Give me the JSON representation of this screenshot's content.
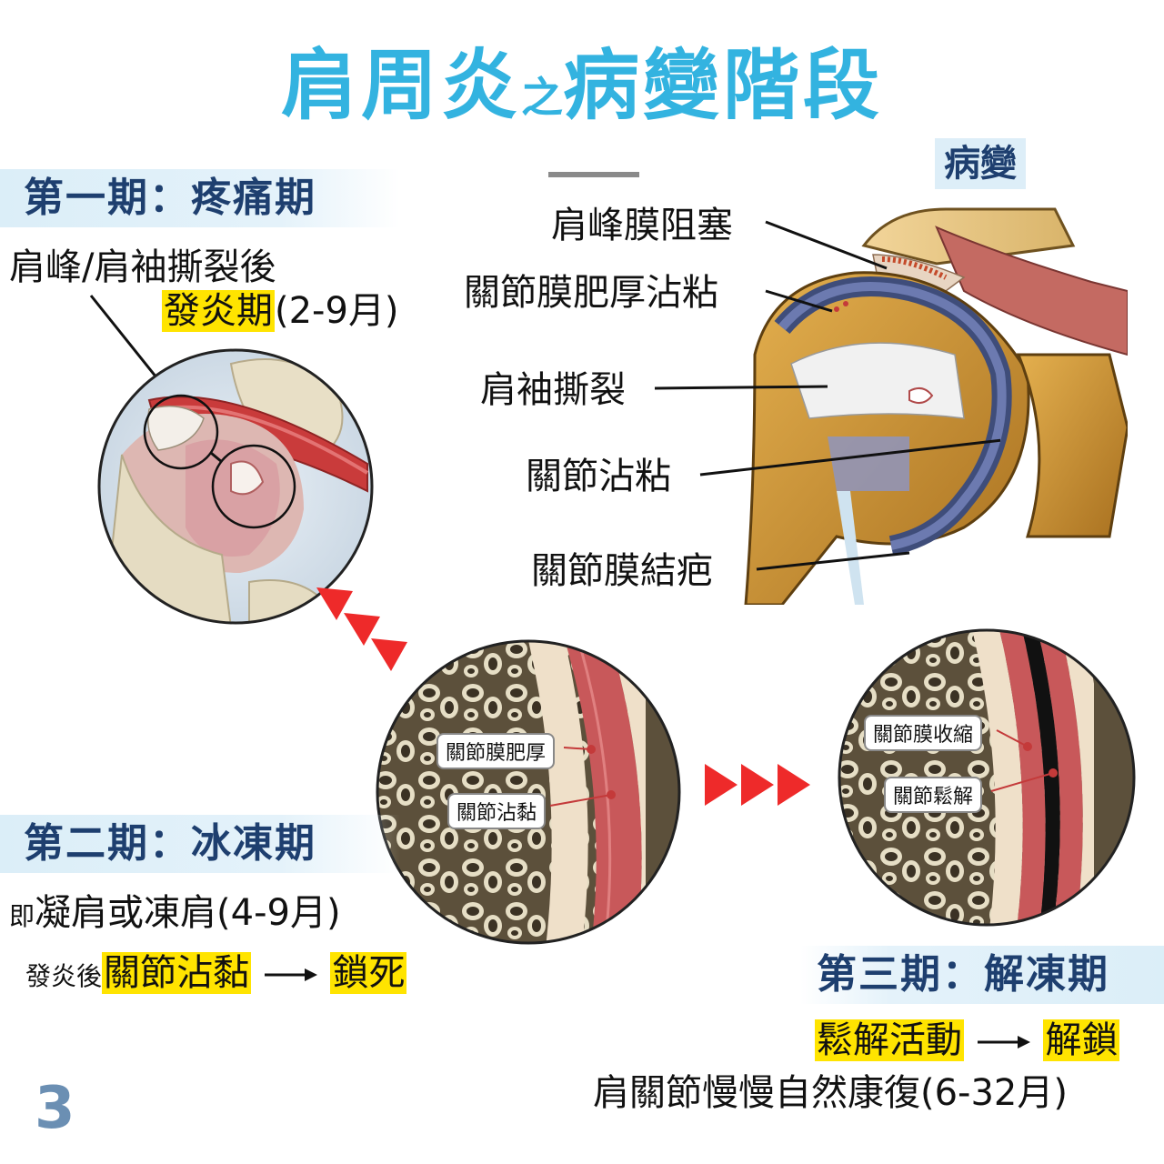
{
  "title": {
    "part1": "肩周炎",
    "connector": "之",
    "part2": "病變階段"
  },
  "lesion_tag": "病變",
  "stage1": {
    "heading": "第一期：疼痛期",
    "line1": "肩峰/肩袖撕裂後",
    "line2_highlight": "發炎期",
    "line2_rest": "(2-9月)"
  },
  "stage2": {
    "heading": "第二期：冰凍期",
    "line1_small": "即",
    "line1_rest": "凝肩或凍肩(4-9月)",
    "line2_prefix": "發炎後",
    "line2_highlight1": "關節沾黏",
    "line2_highlight2": "鎖死"
  },
  "stage3": {
    "heading": "第三期：解凍期",
    "line1_highlight1": "鬆解活動",
    "line1_highlight2": "解鎖",
    "line2": "肩關節慢慢自然康復(6-32月)"
  },
  "shoulder_callouts": [
    {
      "id": "acromion-block",
      "label": "肩峰膜阻塞"
    },
    {
      "id": "capsule-thick",
      "label": "關節膜肥厚沾粘"
    },
    {
      "id": "cuff-tear",
      "label": "肩袖撕裂"
    },
    {
      "id": "joint-adhesion",
      "label": "關節沾粘"
    },
    {
      "id": "capsule-scar",
      "label": "關節膜結疤"
    }
  ],
  "micro1_labels": [
    "關節膜肥厚",
    "關節沾黏"
  ],
  "micro2_labels": [
    "關節膜收縮",
    "關節鬆解"
  ],
  "page_number": "3",
  "colors": {
    "title": "#33b3e0",
    "heading": "#1e3f6f",
    "highlight": "#ffe400",
    "arrow": "#ee2a2a",
    "band": "#ddeef8"
  }
}
